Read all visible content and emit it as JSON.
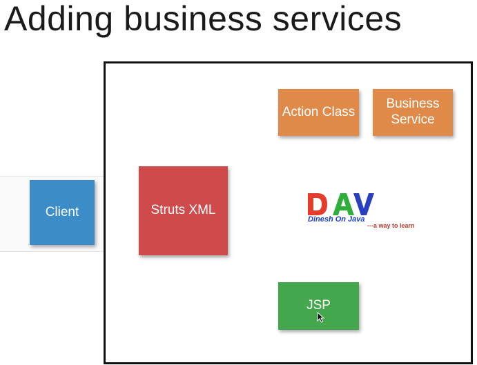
{
  "title": "Adding business services",
  "boxes": {
    "client": {
      "label": "Client",
      "color": "#3b8cc7"
    },
    "struts_xml": {
      "label": "Struts XML",
      "color": "#cf4a4a"
    },
    "action_class": {
      "label": "Action Class",
      "color": "#e08a4a"
    },
    "business_service": {
      "label_line1": "Business",
      "label_line2": "Service",
      "color": "#e08a4a"
    },
    "jsp": {
      "label": "JSP",
      "color": "#45a74d"
    }
  },
  "watermark": {
    "mark": "DAV",
    "name": "Dinesh On Java",
    "tagline": "---a way to learn"
  },
  "frame_color": "#111111",
  "icons": [
    "mouse-pointer-icon"
  ]
}
